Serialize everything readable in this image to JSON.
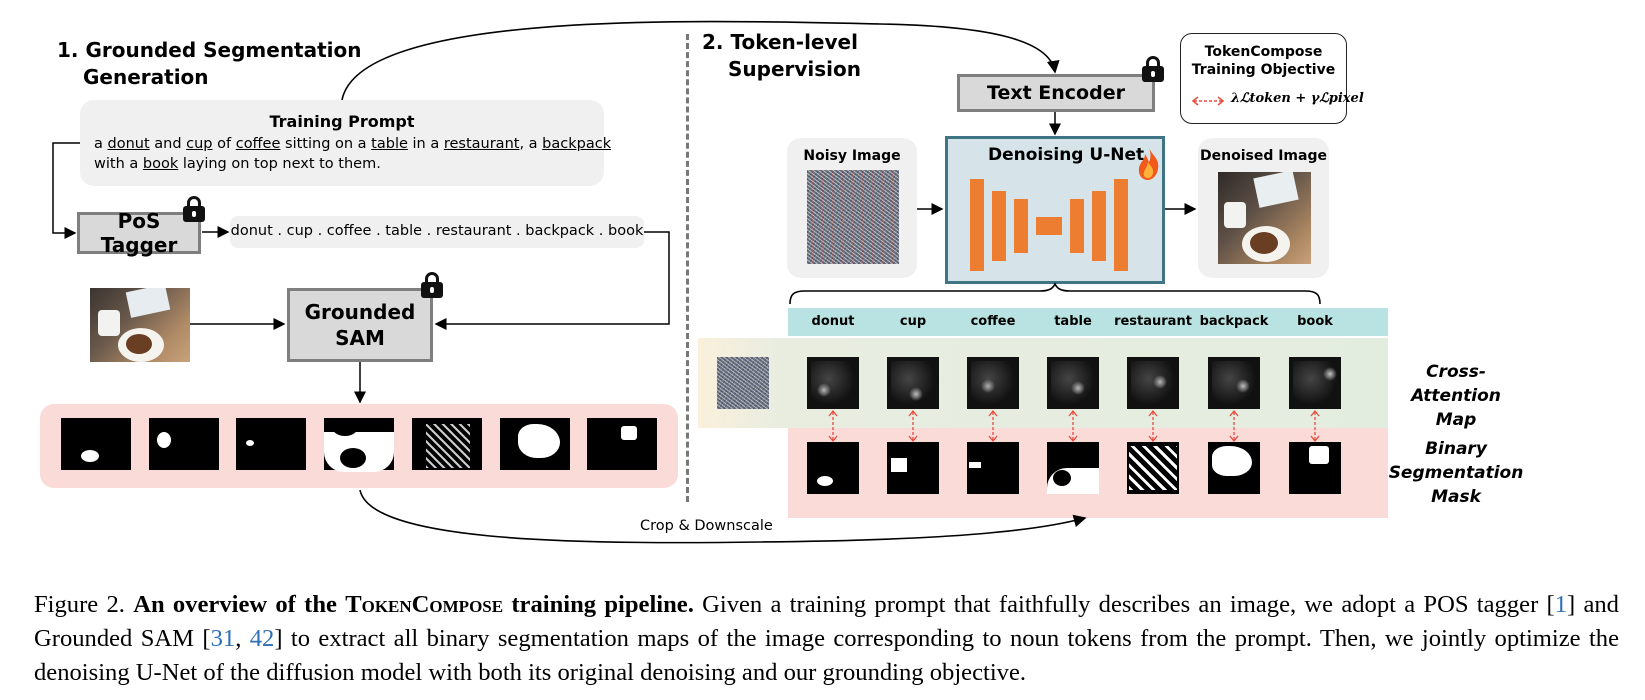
{
  "section1": {
    "title_line1": "1. Grounded Segmentation",
    "title_line2": "Generation"
  },
  "section2": {
    "title_line1": "2. Token-level",
    "title_line2": "Supervision"
  },
  "prompt": {
    "title": "Training Prompt",
    "segments_line1": [
      {
        "t": "a ",
        "u": false
      },
      {
        "t": "donut",
        "u": true
      },
      {
        "t": " and ",
        "u": false
      },
      {
        "t": "cup",
        "u": true
      },
      {
        "t": " of ",
        "u": false
      },
      {
        "t": "coffee",
        "u": true
      },
      {
        "t": " sitting on a ",
        "u": false
      },
      {
        "t": "table",
        "u": true
      },
      {
        "t": " in a ",
        "u": false
      },
      {
        "t": "restaurant",
        "u": true
      },
      {
        "t": ", a ",
        "u": false
      },
      {
        "t": "backpack",
        "u": true
      }
    ],
    "segments_line2": [
      {
        "t": "with a ",
        "u": false
      },
      {
        "t": "book",
        "u": true
      },
      {
        "t": " laying on top next to them.",
        "u": false
      }
    ]
  },
  "pos_tagger": {
    "label": "PoS Tagger"
  },
  "noun_list": "donut . cup . coffee . table . restaurant . backpack . book",
  "grounded_sam": {
    "line1": "Grounded",
    "line2": "SAM"
  },
  "text_encoder": {
    "label": "Text Encoder"
  },
  "objective": {
    "line1": "TokenCompose",
    "line2": "Training Objective",
    "formula": "λℒtoken + γℒpixel"
  },
  "noisy_image": {
    "label": "Noisy Image"
  },
  "unet": {
    "label": "Denoising U-Net"
  },
  "denoised_image": {
    "label": "Denoised Image"
  },
  "tokens": [
    "donut",
    "cup",
    "coffee",
    "table",
    "restaurant",
    "backpack",
    "book"
  ],
  "cross_attention": {
    "line1": "Cross-Attention",
    "line2": "Map"
  },
  "binary_mask": {
    "line1": "Binary",
    "line2": "Segmentation",
    "line3": "Mask"
  },
  "crop_label": "Crop & Downscale",
  "caption": {
    "prefix": "Figure 2. ",
    "bold1": "An overview of the ",
    "name": "TokenCompose",
    "bold2": " training pipeline.",
    "text1": " Given a training prompt that faithfully describes an image, we adopt a POS tagger [",
    "ref1": "1",
    "text2": "] and Grounded SAM [",
    "ref2": "31",
    "text3": ", ",
    "ref3": "42",
    "text4": "] to extract all binary segmentation maps of the image corresponding to noun tokens from the prompt. Then, we jointly optimize the denoising U-Net of the diffusion model with both its original denoising and our grounding objective."
  },
  "colors": {
    "accent": "#4a7f8c",
    "unet_fill": "#d6e4ea",
    "flame": "#ed7d31",
    "token_bar": "#b9e3e3",
    "pink": "#fadbd8",
    "green": "#e3eddf",
    "arrow_red": "#e84c3d"
  }
}
